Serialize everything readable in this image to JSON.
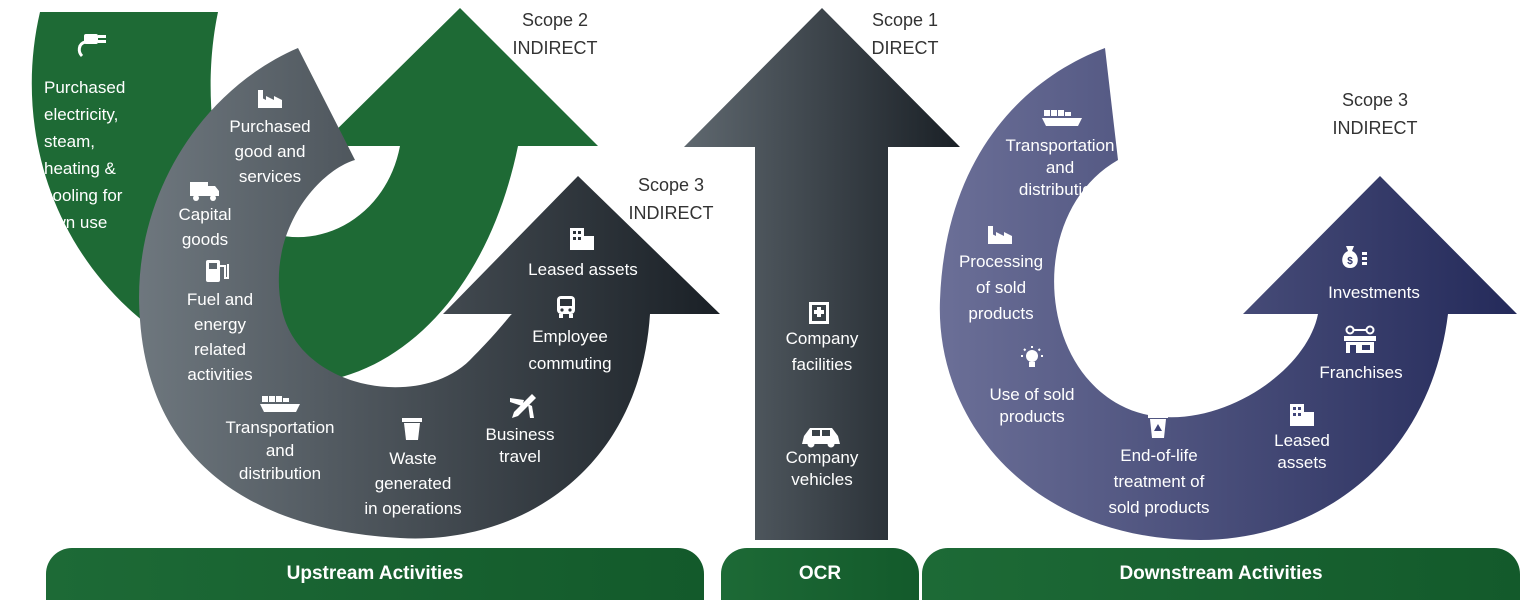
{
  "colors": {
    "scope2_green": "#1e6a35",
    "upstream_dark": "#1c2228",
    "upstream_light": "#6b747b",
    "downstream_dark": "#262c5c",
    "downstream_light": "#6a6e96",
    "bar_green": "#1b6433"
  },
  "scope_labels": {
    "scope2": "Scope 2\n INDIRECT",
    "scope3_upstream": "Scope 3\n INDIRECT",
    "scope1": "Scope 1\n DIRECT",
    "scope3_downstream": "Scope 3\n INDIRECT"
  },
  "scope2": {
    "items": [
      {
        "icon": "plug-icon",
        "label": "Purchased\nelectricity,\nsteam,\nheating &\ncooling for\nown use"
      }
    ]
  },
  "upstream": {
    "items": [
      {
        "icon": "factory-icon",
        "label": "Purchased\ngood and\nservices"
      },
      {
        "icon": "truck-icon",
        "label": "Capital\ngoods"
      },
      {
        "icon": "fuel-pump-icon",
        "label": "Fuel and\nenergy\nrelated\nactivities"
      },
      {
        "icon": "ship-icon",
        "label": "Transportation\nand\ndistribution"
      },
      {
        "icon": "bin-icon",
        "label": "Waste\ngenerated\nin operations"
      },
      {
        "icon": "airplane-icon",
        "label": "Business\ntravel"
      },
      {
        "icon": "bus-icon",
        "label": "Employee\ncommuting"
      },
      {
        "icon": "building-icon",
        "label": "Leased assets"
      }
    ]
  },
  "direct": {
    "items": [
      {
        "icon": "hospital-building-icon",
        "label": "Company\nfacilities"
      },
      {
        "icon": "car-icon",
        "label": "Company\nvehicles"
      }
    ]
  },
  "downstream": {
    "items": [
      {
        "icon": "ship-icon",
        "label": "Transportation\nand\ndistribution"
      },
      {
        "icon": "factory-icon",
        "label": "Processing\nof sold\nproducts"
      },
      {
        "icon": "lightbulb-icon",
        "label": "Use of sold\nproducts"
      },
      {
        "icon": "recycle-bin-icon",
        "label": "End-of-life\ntreatment of\nsold products"
      },
      {
        "icon": "building-icon",
        "label": "Leased\nassets"
      },
      {
        "icon": "franchise-store-icon",
        "label": "Franchises"
      },
      {
        "icon": "money-bag-icon",
        "label": "Investments"
      }
    ]
  },
  "bars": {
    "upstream": "Upstream Activities",
    "ocr": "OCR",
    "downstream": "Downstream Activities"
  }
}
